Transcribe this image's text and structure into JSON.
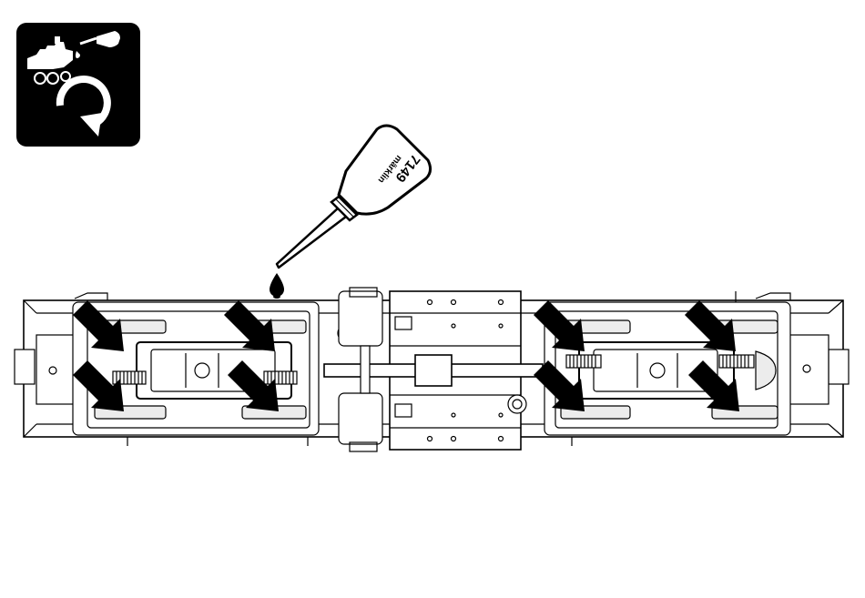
{
  "oil_bottle": {
    "brand_label": "märklin",
    "product_number": "7149",
    "icon": "oil-bottle-icon"
  },
  "maintenance_icon": {
    "icon": "lubrication-cycle-icon",
    "background_color": "#000000"
  },
  "lubrication_points": {
    "count": 8,
    "marker": "black-arrow-icon"
  },
  "colors": {
    "line": "#000000",
    "fill": "#ffffff",
    "tint": "#ececec"
  }
}
